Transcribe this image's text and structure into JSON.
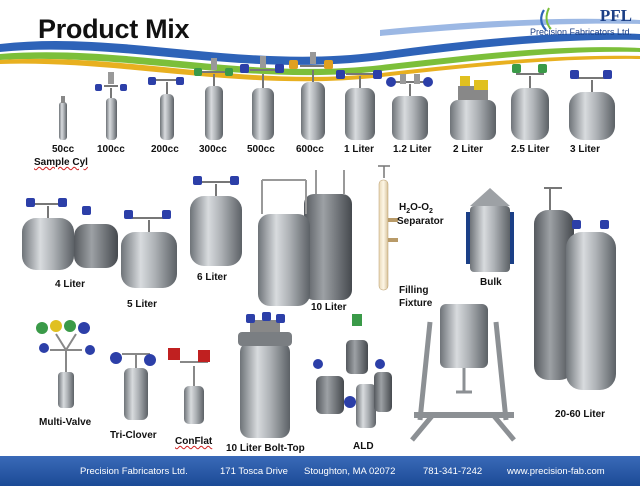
{
  "header": {
    "title": "Product Mix",
    "logo_mark": "PFL",
    "logo_sub": "Precision Fabricators Ltd."
  },
  "labels": {
    "c50": "50cc",
    "c100": "100cc",
    "sample_cyl": "Sample Cyl",
    "c200": "200cc",
    "c300": "300cc",
    "c500": "500cc",
    "c600": "600cc",
    "l1": "1 Liter",
    "l12": "1.2 Liter",
    "l2": "2 Liter",
    "l25": "2.5 Liter",
    "l3": "3 Liter",
    "l4": "4 Liter",
    "l5": "5 Liter",
    "l6": "6 Liter",
    "l10": "10 Liter",
    "h2o_a": "H",
    "h2o_b": "2",
    "h2o_c": "O-O",
    "h2o_d": "2",
    "separator": "Separator",
    "filling": "Filling",
    "fixture": "Fixture",
    "bulk": "Bulk",
    "l20_60": "20-60 Liter",
    "multivalve": "Multi-Valve",
    "triclover": "Tri-Clover",
    "conflat": "ConFlat",
    "bolt_top": "10 Liter Bolt-Top",
    "ald": "ALD"
  },
  "footer": {
    "company": "Precision Fabricators Ltd.",
    "address": "171 Tosca Drive",
    "city": "Stoughton, MA 02072",
    "phone": "781-341-7242",
    "website": "www.precision-fab.com"
  },
  "colors": {
    "footer_blue": "#1b4a96",
    "logo_blue": "#1b3f86",
    "wave_blue": "#2e63b8",
    "wave_green": "#7cbf3a",
    "wave_gold": "#e8b020",
    "steel": "#b8bcc0",
    "valve_blue": "#2c3fa8",
    "valve_green": "#3a9a48",
    "valve_yellow": "#e0c020",
    "valve_red": "#c02020"
  }
}
